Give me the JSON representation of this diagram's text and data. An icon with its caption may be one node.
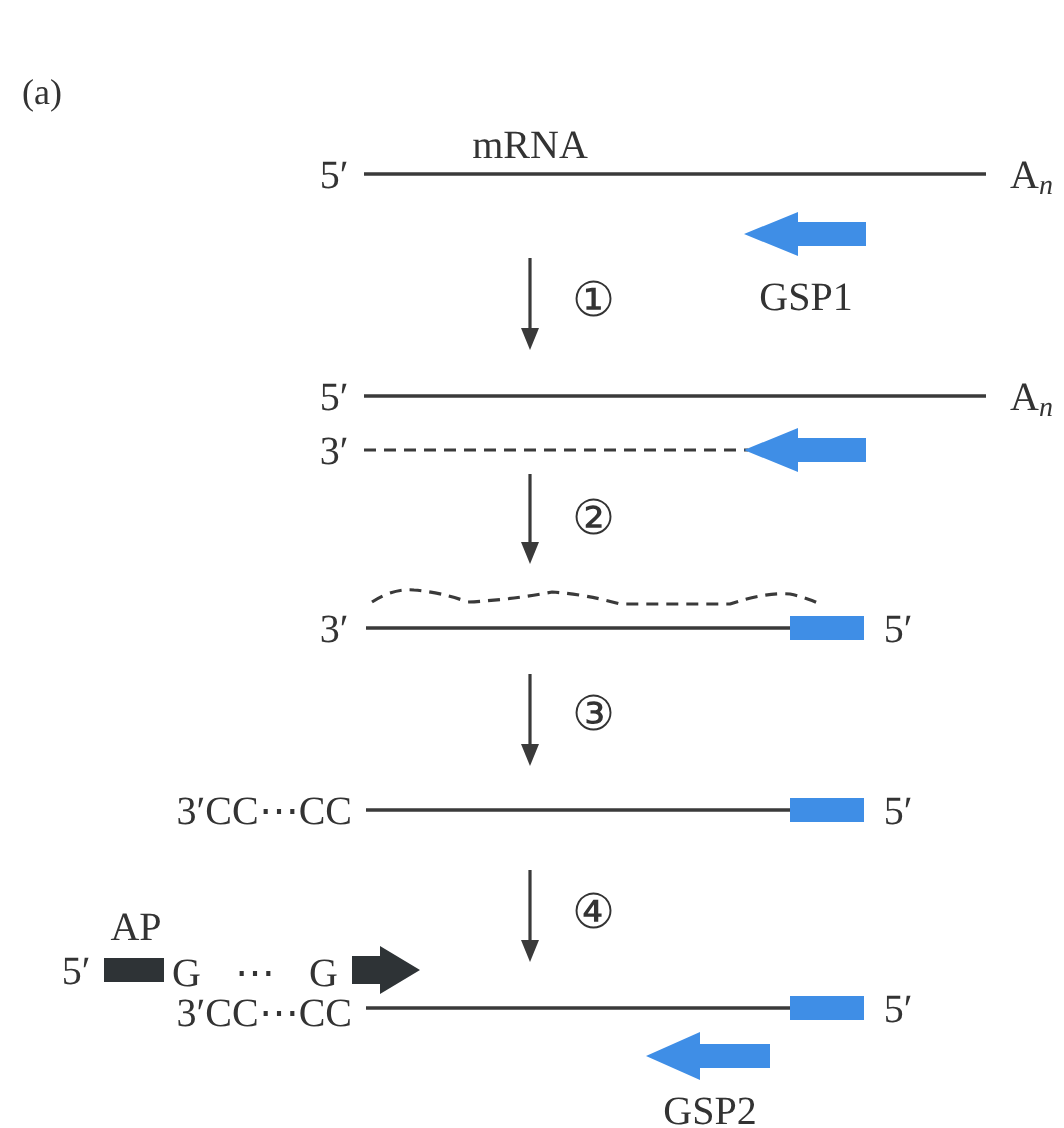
{
  "diagram": {
    "labels": [
      "(a)",
      "mRNA",
      "5′",
      "A$_{n}$",
      "①",
      "GSP1",
      "5′",
      "A$_{n}$",
      "3′",
      "②",
      "3′",
      "5′",
      "③",
      "3′CC⋯CC",
      "5′",
      "④",
      "AP",
      "5′",
      "G ⋯ G",
      "3′CC⋯CC",
      "5′",
      "GSP2"
    ]
  }
}
